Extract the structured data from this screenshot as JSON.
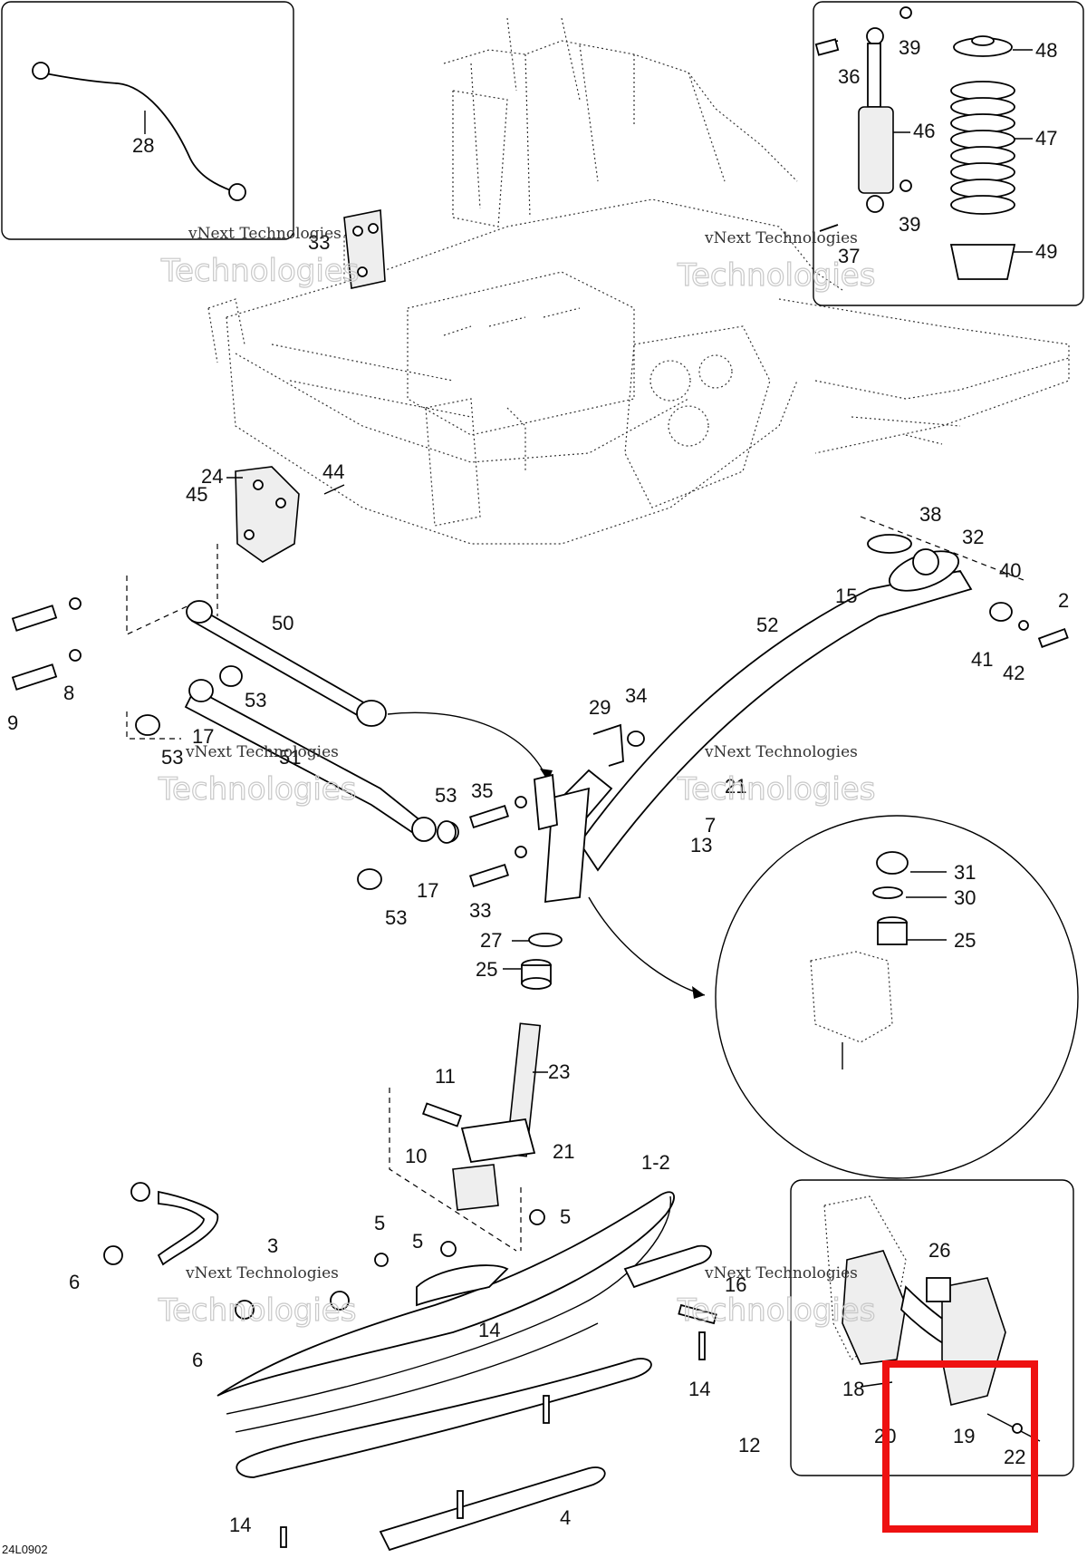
{
  "diagram_id": "24L0902",
  "watermarks": [
    {
      "line1": "vNext Technologies",
      "line2": "Technologies"
    },
    {
      "line1": "vNext Technologies",
      "line2": "Technologies"
    },
    {
      "line1": "vNext Technologies",
      "line2": "Technologies"
    },
    {
      "line1": "vNext Technologies",
      "line2": "Technologies"
    },
    {
      "line1": "vNext Technologies",
      "line2": "Technologies"
    },
    {
      "line1": "vNext Technologies",
      "line2": "Technologies"
    }
  ],
  "callouts": {
    "c28": "28",
    "c33a": "33",
    "c36": "36",
    "c39a": "39",
    "c48": "48",
    "c46": "46",
    "c47": "47",
    "c39b": "39",
    "c37": "37",
    "c49": "49",
    "c24": "24",
    "c45": "45",
    "c44": "44",
    "c38": "38",
    "c32": "32",
    "c40": "40",
    "c15": "15",
    "c2": "2",
    "c41": "41",
    "c42": "42",
    "c50": "50",
    "c52": "52",
    "c8": "8",
    "c9": "9",
    "c53a": "53",
    "c17a": "17",
    "c53b": "53",
    "c51": "51",
    "c29": "29",
    "c34": "34",
    "c21a": "21",
    "c7": "7",
    "c13": "13",
    "c53c": "53",
    "c35": "35",
    "c17b": "17",
    "c53d": "53",
    "c33b": "33",
    "c31": "31",
    "c30": "30",
    "c25a": "25",
    "c27": "27",
    "c25b": "25",
    "c11": "11",
    "c23": "23",
    "c10": "10",
    "c21b": "21",
    "c12_": "1-2",
    "c3": "3",
    "c6a": "6",
    "c6b": "6",
    "c5a": "5",
    "c5b": "5",
    "c5c": "5",
    "c16": "16",
    "c14a": "14",
    "c14b": "14",
    "c14c": "14",
    "c12": "12",
    "c4": "4",
    "c26": "26",
    "c18": "18",
    "c20": "20",
    "c19": "19",
    "c22": "22"
  }
}
